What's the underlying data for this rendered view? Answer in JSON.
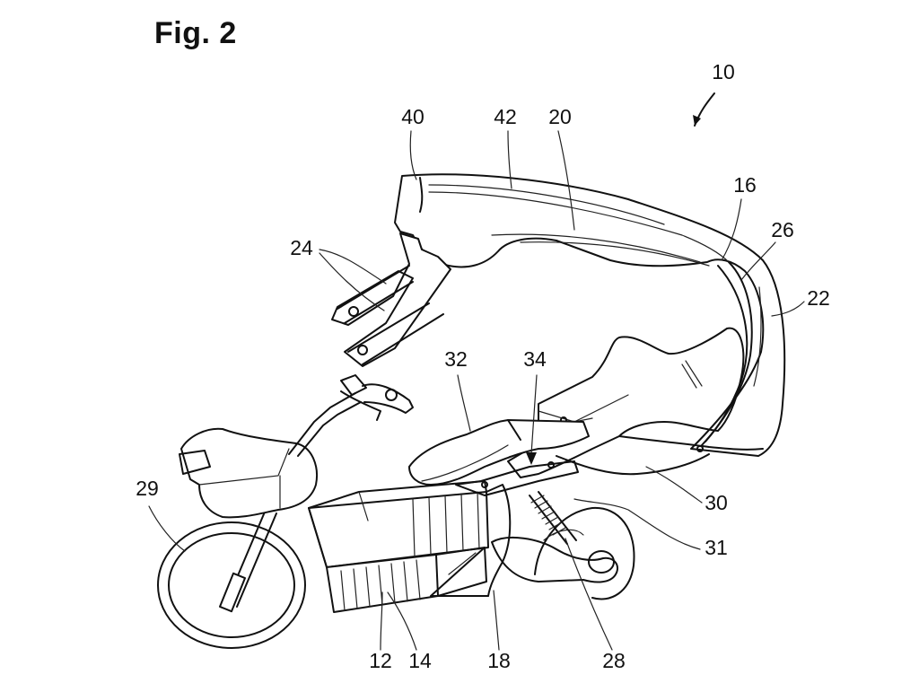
{
  "figure": {
    "title": "Fig. 2"
  },
  "reference_numerals": {
    "n10": "10",
    "n40": "40",
    "n42": "42",
    "n20": "20",
    "n16": "16",
    "n26": "26",
    "n22": "22",
    "n24": "24",
    "n32": "32",
    "n34": "34",
    "n29": "29",
    "n30": "30",
    "n31": "31",
    "n12": "12",
    "n14": "14",
    "n18": "18",
    "n28": "28"
  }
}
